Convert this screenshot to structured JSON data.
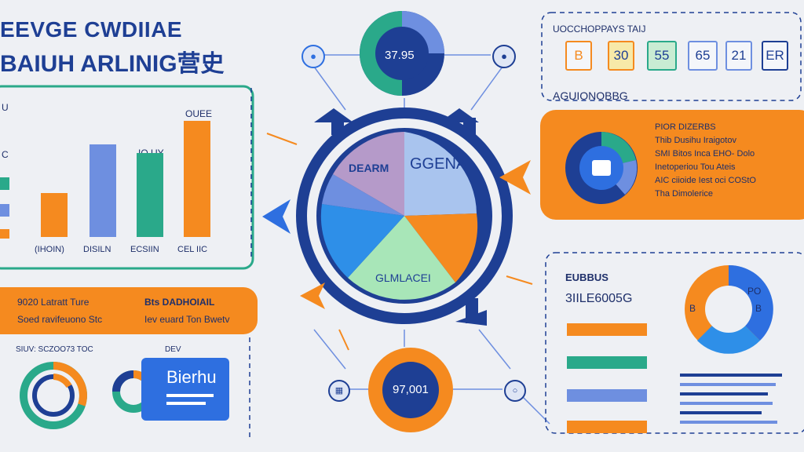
{
  "header": {
    "line1": "EEVGE CWDIIAE",
    "line2": "BAIUH ARLINIG营史"
  },
  "left_panel": {
    "label_u": "U",
    "label_c": "C",
    "label_ouee": "OUEE",
    "label_io": "IO UY",
    "categories": [
      "(IHOIN)",
      "DISILN",
      "ECSIIN",
      "CEL IIC"
    ],
    "values": [
      38,
      80,
      72,
      100
    ],
    "colors": [
      "#f58a1f",
      "#6e8fe0",
      "#2aa98a",
      "#f58a1f"
    ]
  },
  "left_pill": {
    "line1a": "9020 Latratt Ture",
    "line1b": "Bts DADHOIAIL",
    "line2a": "Soed ravifeuono Stc",
    "line2b": "Iev euard  Ton Bwetv"
  },
  "bottom_left": {
    "label": "SIUV: SCZOO73 TOC",
    "label_dev": "DEV",
    "card_title": "Bierhu"
  },
  "top_gauge": {
    "value": "37.95"
  },
  "center_pie": {
    "label_a": "DEARM",
    "label_b": "GGENA",
    "label_c": "GLMLACEI"
  },
  "bottom_gauge": {
    "value": "97,001"
  },
  "top_right": {
    "label": "UOCCHOPPAYS TAIJ",
    "chips": [
      "B",
      "30",
      "55",
      "65",
      "21",
      "ER"
    ],
    "label2": "AGUIONOBBG"
  },
  "orange_card": {
    "lines": [
      "PIOR DIZERBS",
      "Thib Dusihu Iraigotov",
      "SMI Bitos  Inca EHO- Dolo",
      "Inetoperiou Tou Ateis",
      "AIC ciioide Iest oci COStO",
      "Tha Dimolerice"
    ]
  },
  "bottom_right": {
    "label1": "EUBBUS",
    "label2": "3IILE6005G",
    "donut_labels": [
      "PO",
      "B",
      "B"
    ]
  },
  "colors": {
    "navy": "#1e3f94",
    "orange": "#f58a1f",
    "teal": "#2aa98a",
    "blue": "#6e8fe0",
    "light_blue": "#a9c4ee",
    "purple": "#b59ac9",
    "green": "#a8e6b8"
  }
}
